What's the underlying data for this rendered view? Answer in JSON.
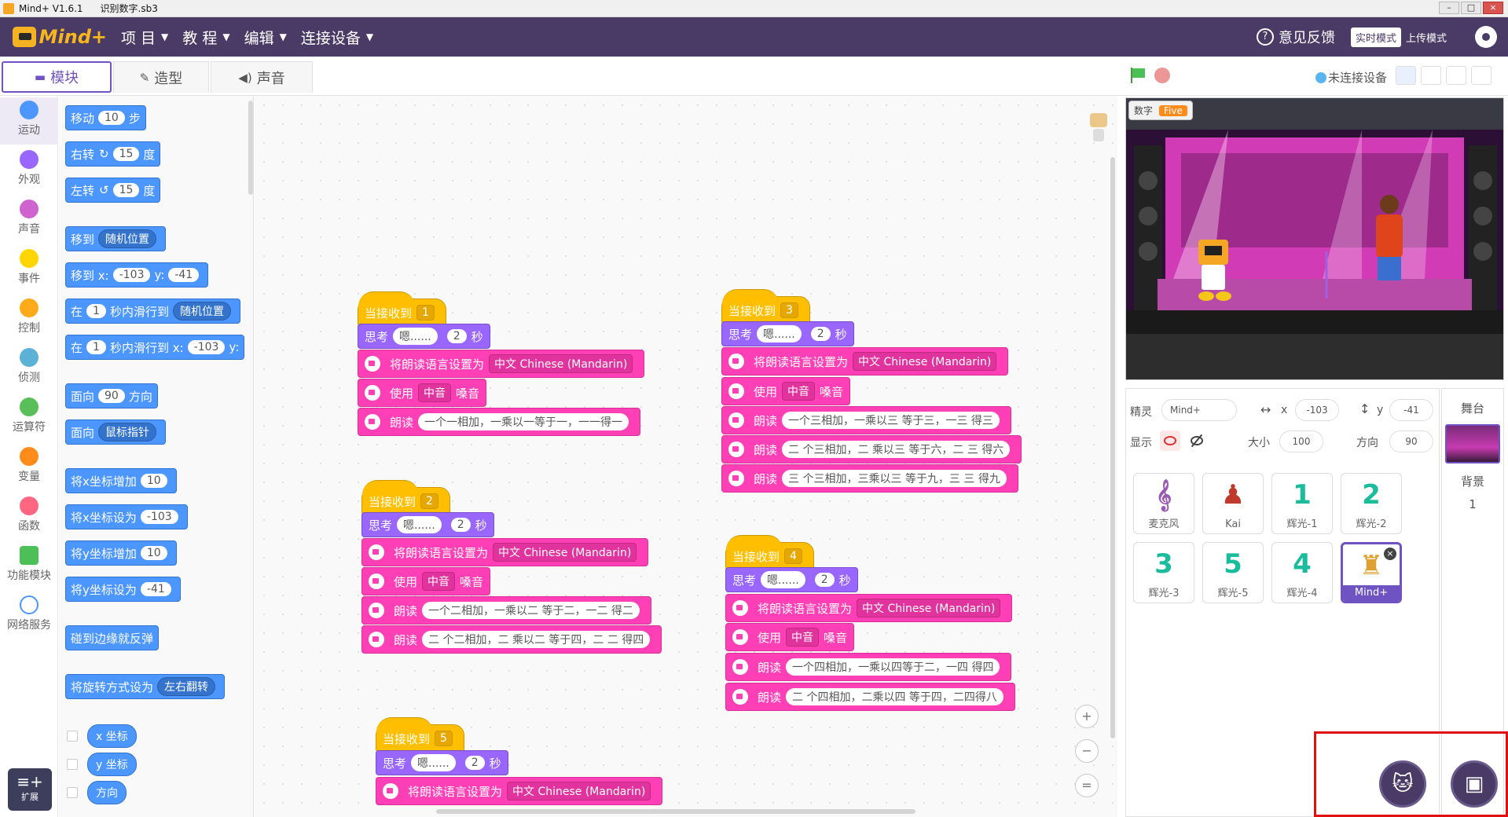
{
  "window": {
    "title": "Mind+ V1.6.1",
    "filename": "识别数字.sb3"
  },
  "menubar": {
    "logo_text": "Mind+",
    "items": [
      "项 目",
      "教 程",
      "编辑",
      "连接设备"
    ],
    "feedback": "意见反馈",
    "mode_live": "实时模式",
    "mode_upload": "上传模式"
  },
  "tabs": [
    {
      "label": "模块",
      "icon": "puzzle-icon"
    },
    {
      "label": "造型",
      "icon": "brush-icon"
    },
    {
      "label": "声音",
      "icon": "speaker-icon"
    }
  ],
  "categories": [
    {
      "label": "运动",
      "color": "#4c97ff"
    },
    {
      "label": "外观",
      "color": "#9966ff"
    },
    {
      "label": "声音",
      "color": "#cf63cf"
    },
    {
      "label": "事件",
      "color": "#ffd500"
    },
    {
      "label": "控制",
      "color": "#ffab19"
    },
    {
      "label": "侦测",
      "color": "#5cb1d6"
    },
    {
      "label": "运算符",
      "color": "#59c059"
    },
    {
      "label": "变量",
      "color": "#ff8c1a"
    },
    {
      "label": "函数",
      "color": "#ff6680"
    },
    {
      "label": "功能模块",
      "color": "#4cbf56"
    },
    {
      "label": "网络服务",
      "color": "#4c97ff"
    }
  ],
  "extensions_label": "扩展",
  "palette": {
    "move": {
      "a": "移动",
      "v": "10",
      "b": "步"
    },
    "turn_right": {
      "a": "右转",
      "v": "15",
      "b": "度"
    },
    "turn_left": {
      "a": "左转",
      "v": "15",
      "b": "度"
    },
    "goto": {
      "a": "移到",
      "d": "随机位置"
    },
    "gotoxy": {
      "a": "移到 x:",
      "x": "-103",
      "b": "y:",
      "y": "-41"
    },
    "glide": {
      "a": "在",
      "v": "1",
      "b": "秒内滑行到",
      "d": "随机位置"
    },
    "glidexy": {
      "a": "在",
      "v": "1",
      "b": "秒内滑行到 x:",
      "x": "-103",
      "c": "y:"
    },
    "point_dir": {
      "a": "面向",
      "v": "90",
      "b": "方向"
    },
    "point_to": {
      "a": "面向",
      "d": "鼠标指针"
    },
    "changex": {
      "a": "将x坐标增加",
      "v": "10"
    },
    "setx": {
      "a": "将x坐标设为",
      "v": "-103"
    },
    "changey": {
      "a": "将y坐标增加",
      "v": "10"
    },
    "sety": {
      "a": "将y坐标设为",
      "v": "-41"
    },
    "bounce": {
      "a": "碰到边缘就反弹"
    },
    "rotation": {
      "a": "将旋转方式设为",
      "d": "左右翻转"
    },
    "reporters": [
      "x 坐标",
      "y 坐标",
      "方向"
    ]
  },
  "scripts": {
    "hat_label": "当接收到",
    "think_label": "思考",
    "think_text": "嗯......",
    "think_secs": "2",
    "secs_label": "秒",
    "setlang_label": "将朗读语言设置为",
    "lang": "中文 Chinese (Mandarin)",
    "voice_use": "使用",
    "voice": "中音",
    "voice_suffix": "嗓音",
    "speak_label": "朗读",
    "s1": {
      "msg": "1",
      "speak": [
        "一个一相加，一乘以一等于一，一一得一"
      ]
    },
    "s2": {
      "msg": "2",
      "speak": [
        "一个二相加，一乘以二 等于二，一二 得二",
        "二 个二相加，二 乘以二 等于四，二 二 得四"
      ]
    },
    "s3": {
      "msg": "3",
      "speak": [
        "一个三相加，一乘以三 等于三，一三 得三",
        "二 个三相加，二 乘以三 等于六，二 三 得六",
        "三 个三相加，三乘以三 等于九，三 三 得九"
      ]
    },
    "s4": {
      "msg": "4",
      "speak": [
        "一个四相加，一乘以四等于二，一四 得四",
        "二 个四相加，二乘以四 等于四，二四得八"
      ]
    },
    "s5": {
      "msg": "5"
    }
  },
  "zoom_in": "+",
  "zoom_out": "−",
  "zoom_reset": "=",
  "stage_header": {
    "connection": "未连接设备"
  },
  "monitor": {
    "label": "数字",
    "value": "Five"
  },
  "sprite_info": {
    "sprite_label": "精灵",
    "sprite_name": "Mind+",
    "x_label": "x",
    "x": "-103",
    "y_label": "y",
    "y": "-41",
    "show_label": "显示",
    "size_label": "大小",
    "size": "100",
    "dir_label": "方向",
    "dir": "90"
  },
  "sprites": [
    {
      "name": "麦克风",
      "glyph": "",
      "color": "#9b59b6"
    },
    {
      "name": "Kai",
      "glyph": "",
      "color": "#c0392b"
    },
    {
      "name": "辉光-1",
      "glyph": "1",
      "color": "#1abc9c"
    },
    {
      "name": "辉光-2",
      "glyph": "2",
      "color": "#1abc9c"
    },
    {
      "name": "辉光-3",
      "glyph": "3",
      "color": "#1abc9c"
    },
    {
      "name": "辉光-5",
      "glyph": "5",
      "color": "#1abc9c"
    },
    {
      "name": "辉光-4",
      "glyph": "4",
      "color": "#1abc9c"
    },
    {
      "name": "Mind+",
      "glyph": "",
      "color": "#e0a030"
    }
  ],
  "stage_col": {
    "title": "舞台",
    "backdrop": "背景",
    "count": "1"
  }
}
